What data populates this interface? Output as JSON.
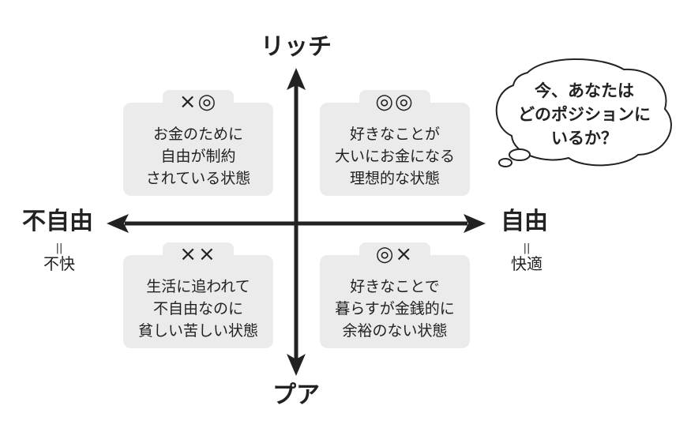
{
  "axes": {
    "top": "リッチ",
    "bottom": "プア",
    "left": "不自由",
    "left_sub": "不快",
    "right": "自由",
    "right_sub": "快適",
    "equals": "||"
  },
  "quadrants": {
    "top_left": {
      "symbol": "×◎",
      "lines": [
        "お金のために",
        "自由が制約",
        "されている状態"
      ]
    },
    "top_right": {
      "symbol": "◎◎",
      "lines": [
        "好きなことが",
        "大いにお金になる",
        "理想的な状態"
      ]
    },
    "bottom_left": {
      "symbol": "××",
      "lines": [
        "生活に追われて",
        "不自由なのに",
        "貧しい苦しい状態"
      ]
    },
    "bottom_right": {
      "symbol": "◎×",
      "lines": [
        "好きなことで",
        "暮らすが金銭的に",
        "余裕のない状態"
      ]
    }
  },
  "bubble": {
    "lines": [
      "今、あなたは",
      "どのポジションに",
      "いるか？"
    ]
  },
  "colors": {
    "box_fill": "#ebebeb",
    "ink": "#222222"
  }
}
